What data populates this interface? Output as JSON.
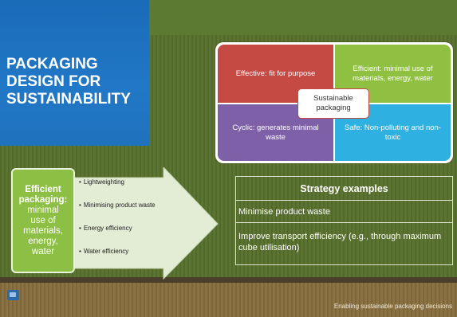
{
  "title": {
    "line1": "PACKAGING",
    "line2": "DESIGN FOR",
    "line3": "SUSTAINABILITY"
  },
  "quadrant": {
    "effective": "Effective: fit for purpose",
    "efficient": "Efficient: minimal use of materials, energy, water",
    "cyclic": "Cyclic: generates minimal waste",
    "safe": "Safe: Non-polluting and non-toxic",
    "center": "Sustainable packaging"
  },
  "efficient_box": {
    "bold1": "Efficient",
    "bold2": "packaging:",
    "line1": "minimal",
    "line2": "use of",
    "line3": "materials,",
    "line4": "energy,",
    "line5": "water"
  },
  "bullets": [
    "Lightweighting",
    "Minimising product waste",
    "Energy efficiency",
    "Water efficiency"
  ],
  "strategy": {
    "header": "Strategy examples",
    "rows": [
      "Minimise product waste",
      "Improve transport efficiency (e.g., through maximum cube utilisation)"
    ]
  },
  "footer": "Enabling sustainable packaging decisions",
  "colors": {
    "blue": "#1f72bd",
    "red": "#c54a44",
    "green": "#8fc042",
    "purple": "#7e60a8",
    "cyan": "#2eb0e0",
    "arrow": "#e3ecd5"
  }
}
